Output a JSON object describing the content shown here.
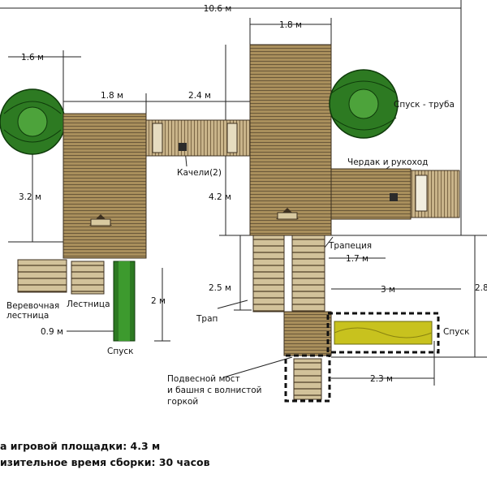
{
  "dimensions": {
    "total_width": "10.6 м",
    "tower_right_width": "1.8 м",
    "swing_left_offset": "1.6 м",
    "tower_left_width": "1.8 м",
    "swing_span": "2.4 м",
    "left_depth": "3.2 м",
    "tower_right_depth": "4.2 м",
    "ramp_length": "2.5 м",
    "left_slide_length": "2 м",
    "rope_ladder_width": "0.9 м",
    "trapeze_span": "1.7 м",
    "slide_offset": "3 м",
    "right_depth": "2.8",
    "bridge_slide_span": "2.3 м"
  },
  "labels": {
    "tube_slide": "Спуск - труба",
    "swings": "Качели(2)",
    "attic_monkey_bars": "Чердак и рукоход",
    "trapeze": "Трапеция",
    "rope_ladder_line1": "Веревочная",
    "rope_ladder_line2": "лестница",
    "ladder": "Лестница",
    "slide_left": "Спуск",
    "ramp": "Трап",
    "slide_right": "Спуск",
    "bridge_line1": "Подвесной мост",
    "bridge_line2": "и башня с волнистой",
    "bridge_line3": "горкой"
  },
  "footer": {
    "line1": "а игровой площадки:  4.3 м",
    "line2": "изительное время сборки: 30 часов"
  },
  "colors": {
    "wood": "#a98f5c",
    "wood_light": "#c9b48a",
    "slide_green": "#2d7a22",
    "slide_yellow": "#c8c21e"
  }
}
